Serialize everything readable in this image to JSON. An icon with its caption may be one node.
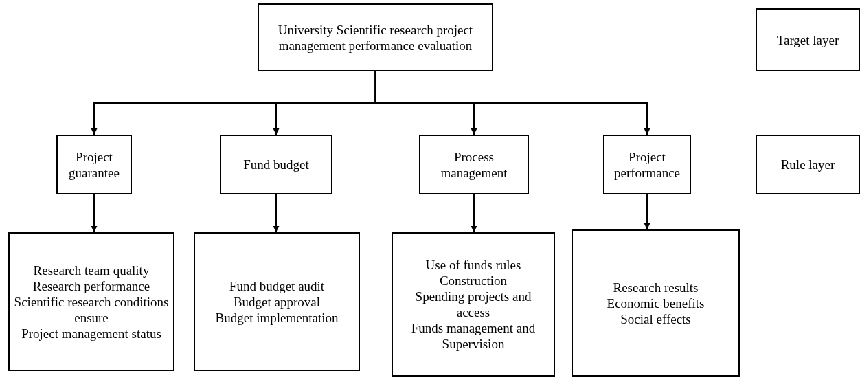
{
  "diagram": {
    "nodes": [
      {
        "text": [
          "University Scientific research project management performance evaluation"
        ]
      },
      {
        "text": [
          "Target layer"
        ]
      },
      {
        "text": [
          "Project guarantee"
        ]
      },
      {
        "text": [
          "Fund budget"
        ]
      },
      {
        "text": [
          "Process management"
        ]
      },
      {
        "text": [
          "Project performance"
        ]
      },
      {
        "text": [
          "Rule layer"
        ]
      },
      {
        "text": [
          "Research team quality",
          "Research performance",
          "Scientific research conditions ensure",
          "Project management status"
        ]
      },
      {
        "text": [
          "Fund budget audit",
          "Budget approval",
          "Budget implementation"
        ]
      },
      {
        "text": [
          "Use of funds rules",
          "Construction",
          "Spending projects and access",
          "Funds management and Supervision"
        ]
      },
      {
        "text": [
          "Research results",
          "Economic benefits",
          "Social effects"
        ]
      }
    ],
    "edges": [
      {
        "from": 0,
        "to": 2,
        "arrow": "to"
      },
      {
        "from": 0,
        "to": 3,
        "arrow": "to"
      },
      {
        "from": 0,
        "to": 4,
        "arrow": "to"
      },
      {
        "from": 0,
        "to": 5,
        "arrow": "to"
      },
      {
        "from": 2,
        "to": 7,
        "arrow": "to"
      },
      {
        "from": 3,
        "to": 8,
        "arrow": "to"
      },
      {
        "from": 4,
        "to": 9,
        "arrow": "to"
      },
      {
        "from": 5,
        "to": 10,
        "arrow": "to"
      }
    ]
  }
}
